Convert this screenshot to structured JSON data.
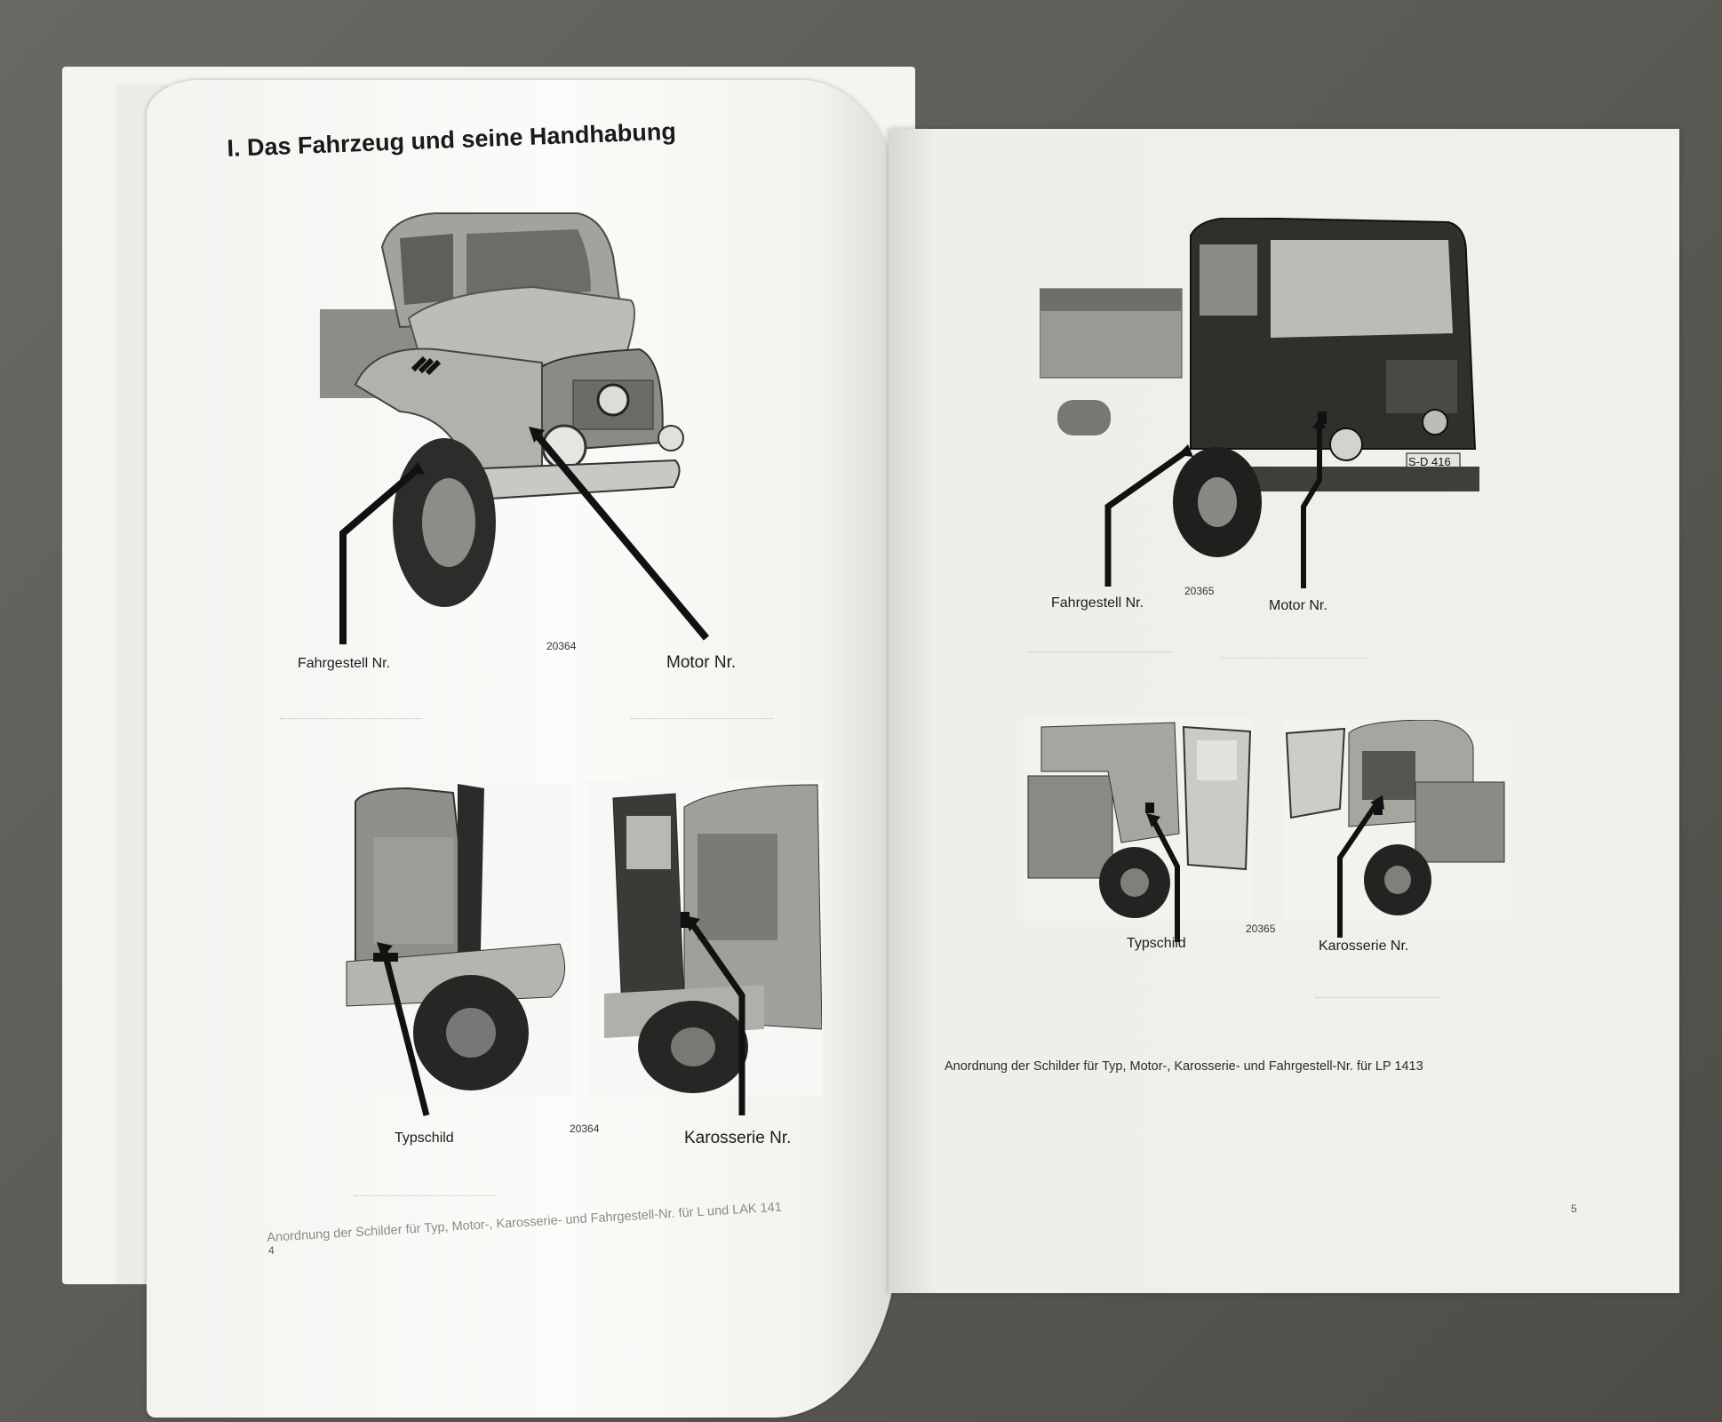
{
  "left_page": {
    "heading": "I. Das Fahrzeug und seine Handhabung",
    "top_figure": {
      "code": "20364",
      "label_chassis": "Fahrgestell Nr.",
      "label_engine": "Motor Nr."
    },
    "bottom_figure": {
      "code": "20364",
      "label_type": "Typschild",
      "label_body": "Karosserie Nr."
    },
    "caption": "Anordnung der Schilder für Typ, Motor-, Karosserie- und Fahrgestell-Nr. für L und LAK 141",
    "page_number": "4"
  },
  "right_page": {
    "top_figure": {
      "code": "20365",
      "label_chassis": "Fahrgestell Nr.",
      "label_engine": "Motor Nr.",
      "plate": "S-D 416"
    },
    "bottom_figure": {
      "code": "20365",
      "label_type": "Typschild",
      "label_body": "Karosserie Nr."
    },
    "caption": "Anordnung der Schilder für Typ, Motor-, Karosserie- und Fahrgestell-Nr. für LP 1413",
    "page_number": "5"
  },
  "colors": {
    "paper": "#f6f6f3",
    "ink": "#1a1a1a",
    "background": "#5d5b55"
  }
}
